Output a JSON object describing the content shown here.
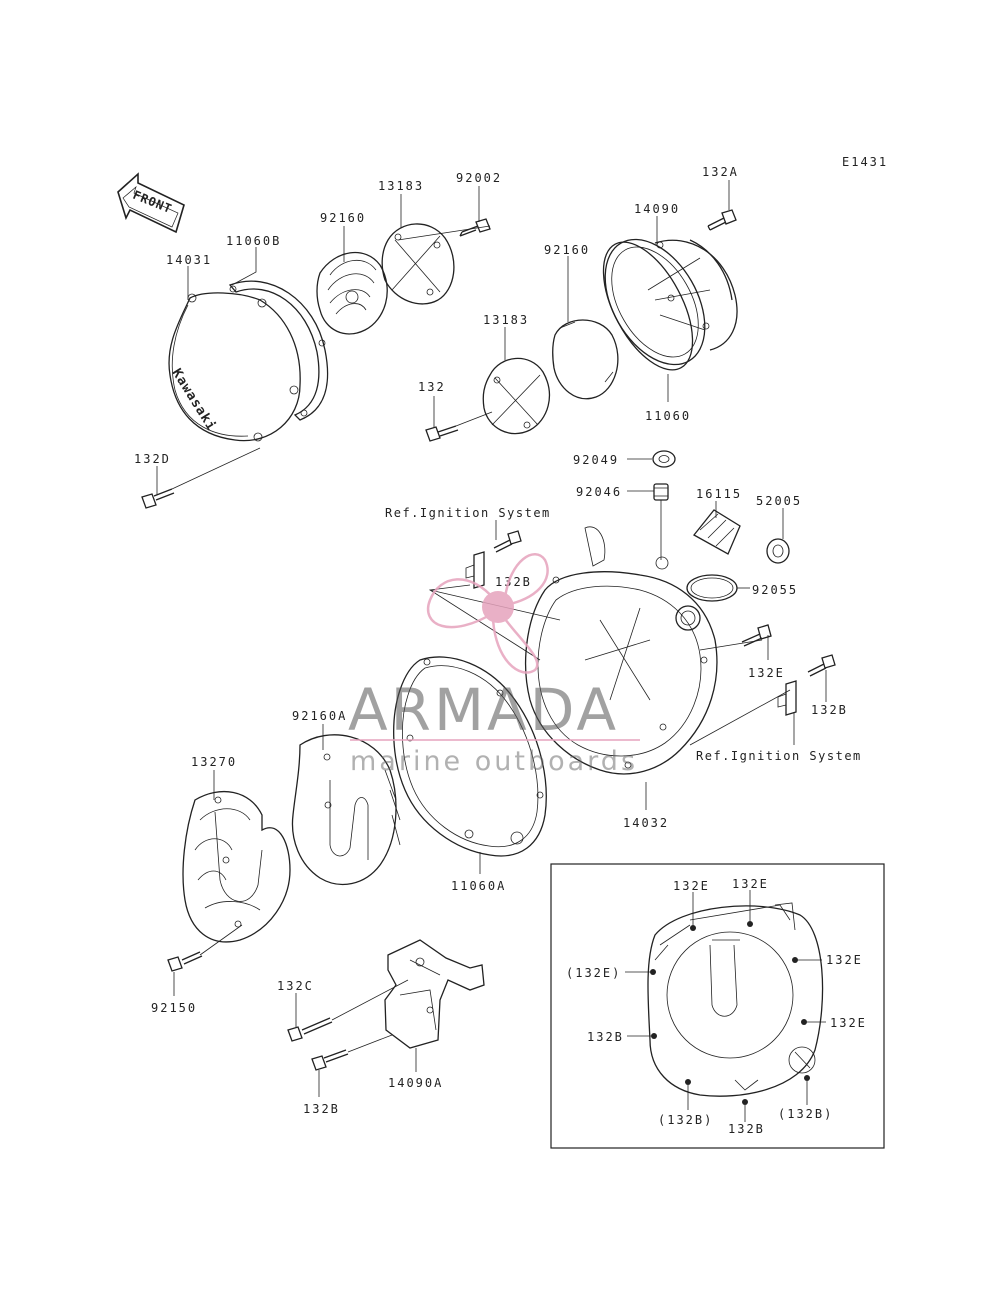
{
  "diagram_code": "E1431",
  "front_arrow": "FRONT",
  "brand_text": "Kawasaki",
  "watermark": {
    "title": "ARMADA",
    "subtitle": "marine outboards",
    "pink": "#e6a3bd"
  },
  "callouts": [
    {
      "id": "c-14031",
      "text": "14031"
    },
    {
      "id": "c-11060b",
      "text": "11060B"
    },
    {
      "id": "c-92160-top",
      "text": "92160"
    },
    {
      "id": "c-13183-top",
      "text": "13183"
    },
    {
      "id": "c-92002",
      "text": "92002"
    },
    {
      "id": "c-132a",
      "text": "132A"
    },
    {
      "id": "c-14090",
      "text": "14090"
    },
    {
      "id": "c-92160-mid",
      "text": "92160"
    },
    {
      "id": "c-13183-mid",
      "text": "13183"
    },
    {
      "id": "c-132",
      "text": "132"
    },
    {
      "id": "c-11060",
      "text": "11060"
    },
    {
      "id": "c-132d",
      "text": "132D"
    },
    {
      "id": "c-92049",
      "text": "92049"
    },
    {
      "id": "c-92046",
      "text": "92046"
    },
    {
      "id": "c-16115",
      "text": "16115"
    },
    {
      "id": "c-52005",
      "text": "52005"
    },
    {
      "id": "c-ref-ign-1",
      "text": "Ref.Ignition System"
    },
    {
      "id": "c-132b-1",
      "text": "132B"
    },
    {
      "id": "c-92055",
      "text": "92055"
    },
    {
      "id": "c-132e",
      "text": "132E"
    },
    {
      "id": "c-132b-2",
      "text": "132B"
    },
    {
      "id": "c-ref-ign-2",
      "text": "Ref.Ignition System"
    },
    {
      "id": "c-92160a",
      "text": "92160A"
    },
    {
      "id": "c-13270",
      "text": "13270"
    },
    {
      "id": "c-14032",
      "text": "14032"
    },
    {
      "id": "c-11060a",
      "text": "11060A"
    },
    {
      "id": "c-92150",
      "text": "92150"
    },
    {
      "id": "c-132c",
      "text": "132C"
    },
    {
      "id": "c-132b-3",
      "text": "132B"
    },
    {
      "id": "c-14090a",
      "text": "14090A"
    }
  ],
  "inset": {
    "labels": [
      {
        "id": "i-132e-1",
        "text": "132E"
      },
      {
        "id": "i-132e-2",
        "text": "132E"
      },
      {
        "id": "i-132e-3",
        "text": "132E"
      },
      {
        "id": "i-132e-paren",
        "text": "(132E)"
      },
      {
        "id": "i-132e-4",
        "text": "132E"
      },
      {
        "id": "i-132b-1",
        "text": "132B"
      },
      {
        "id": "i-132b-paren-1",
        "text": "(132B)"
      },
      {
        "id": "i-132b-2",
        "text": "132B"
      },
      {
        "id": "i-132b-paren-2",
        "text": "(132B)"
      }
    ]
  }
}
